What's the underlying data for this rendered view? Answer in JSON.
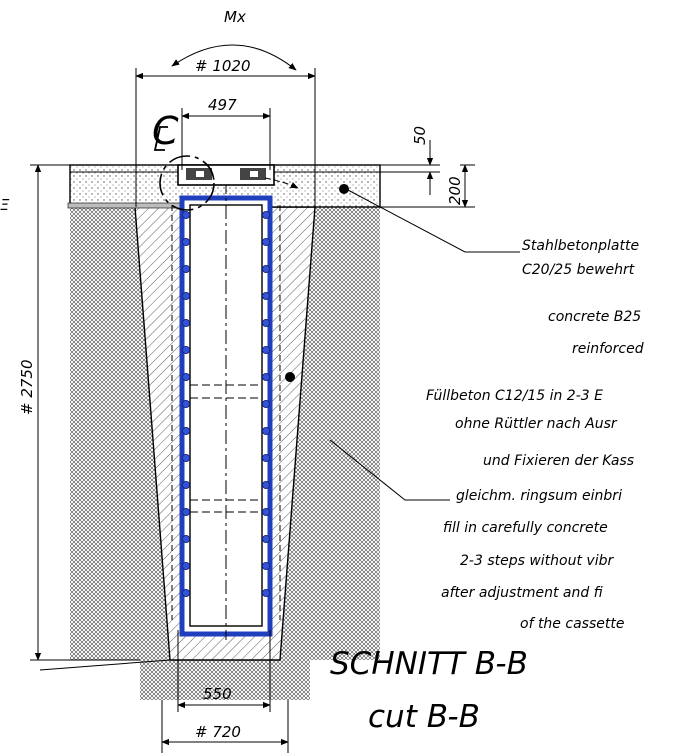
{
  "drawing": {
    "moment_label": "Mx",
    "dims": {
      "top_width": "# 1020",
      "inner_width": "497",
      "slab_top": "50",
      "slab_thickness": "200",
      "height": "# 2750",
      "bottom_inner": "550",
      "bottom_width": "# 720"
    },
    "detail_label": "C",
    "notes": {
      "de_slab": [
        "Stahlbetonplatte",
        "C20/25 bewehrt"
      ],
      "en_slab": [
        "concrete B25",
        "reinforced"
      ],
      "de_fill": [
        "Füllbeton C12/15 in 2-3 E",
        "ohne Rüttler nach Ausr",
        "und Fixieren der Kass",
        "gleichm. ringsum einbri"
      ],
      "en_fill": [
        "fill in carefully concrete",
        "2-3 steps without vibr",
        "after adjustment and fi",
        "of the cassette"
      ]
    },
    "section_title": "SCHNITT B-B",
    "section_subtitle": "cut B-B"
  }
}
